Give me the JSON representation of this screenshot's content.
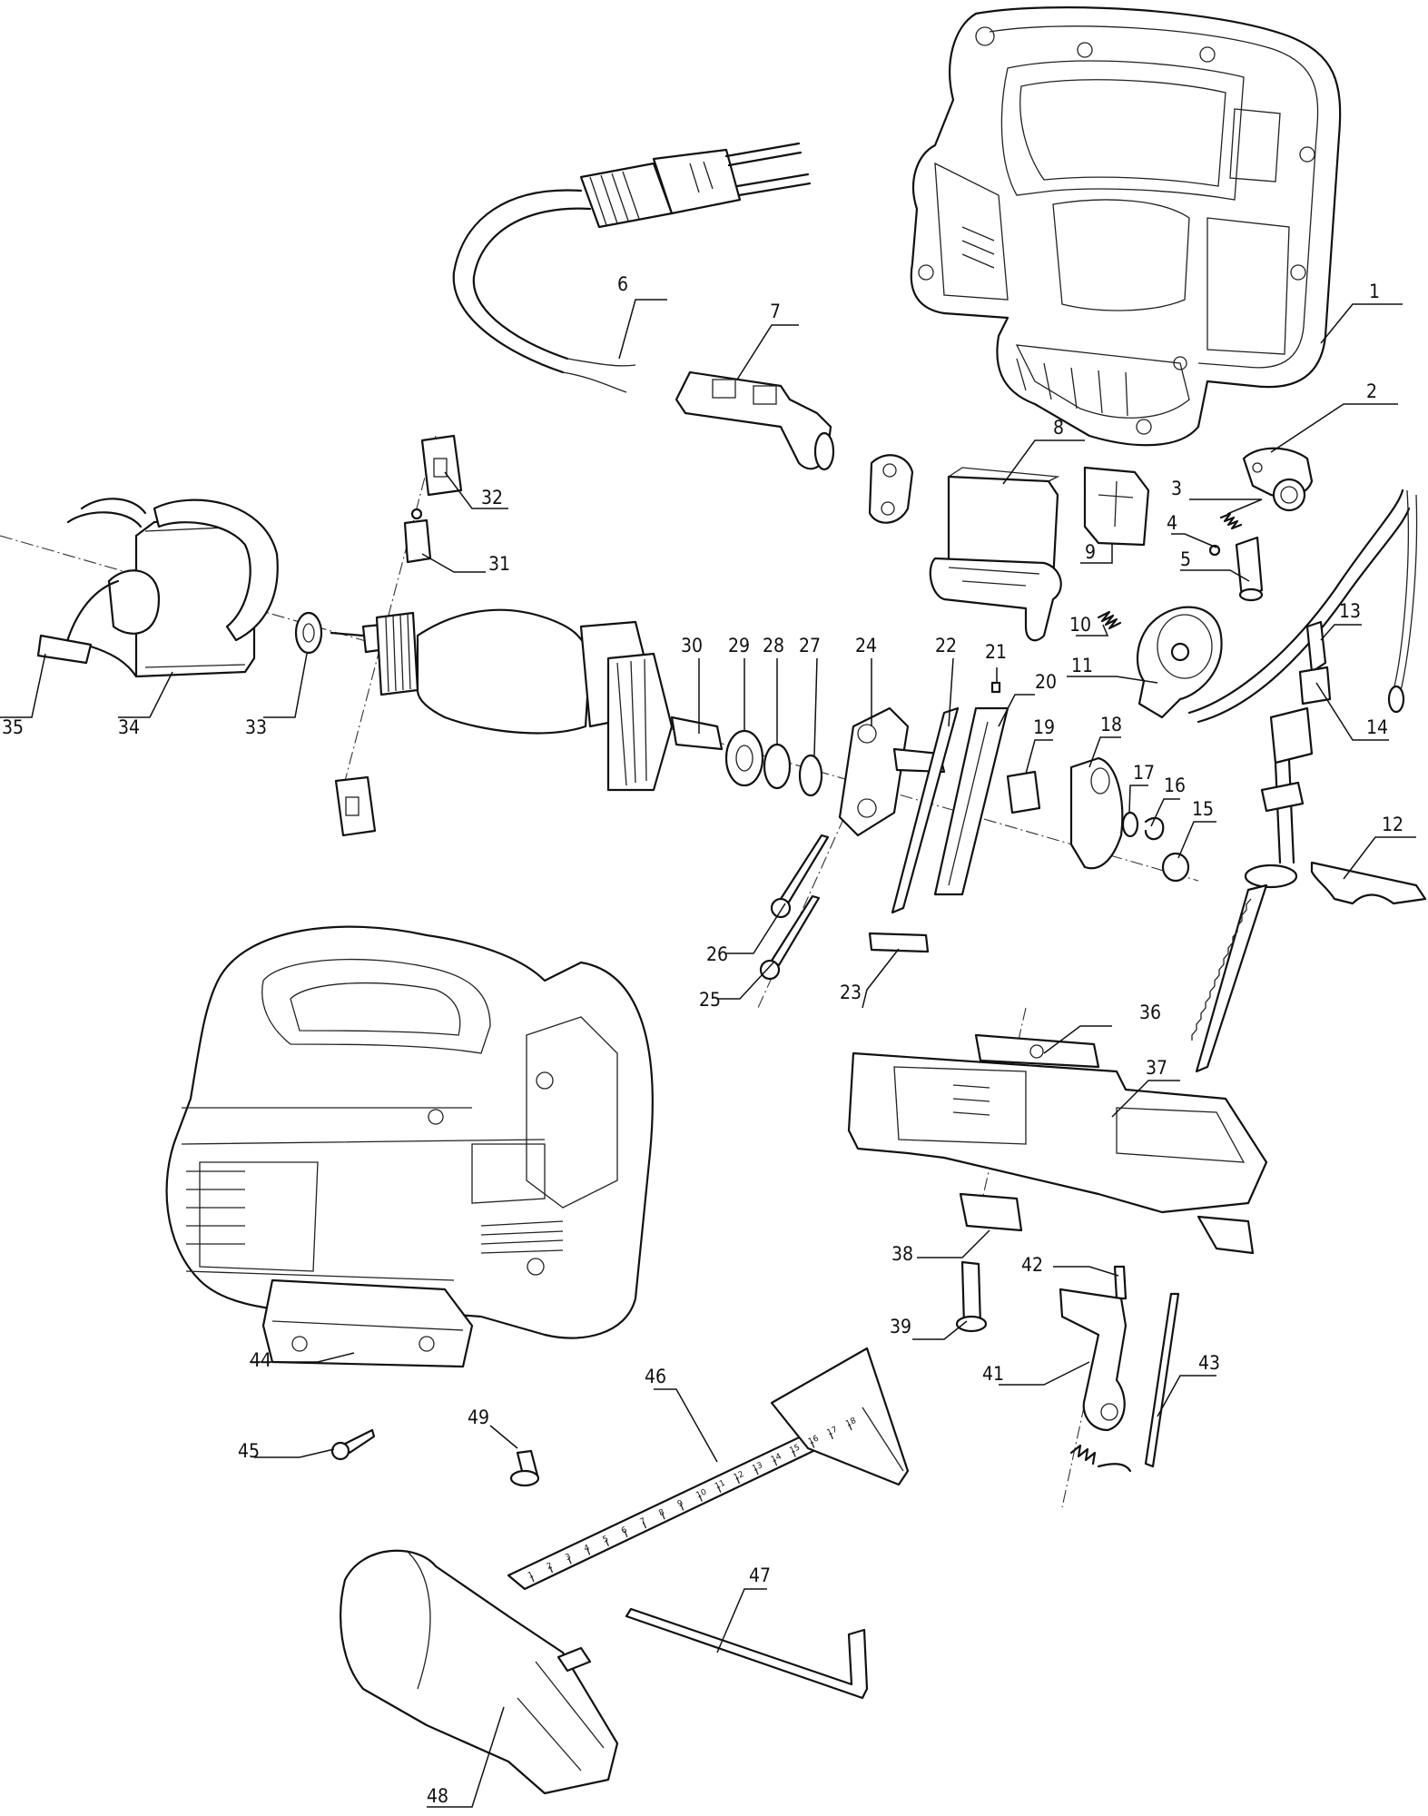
{
  "parts": {
    "p1": "1",
    "p2": "2",
    "p3": "3",
    "p4": "4",
    "p5": "5",
    "p6": "6",
    "p7": "7",
    "p8": "8",
    "p9": "9",
    "p10": "10",
    "p11": "11",
    "p12": "12",
    "p13": "13",
    "p14": "14",
    "p15": "15",
    "p16": "16",
    "p17": "17",
    "p18": "18",
    "p19": "19",
    "p20": "20",
    "p21": "21",
    "p22": "22",
    "p23": "23",
    "p24": "24",
    "p25": "25",
    "p26": "26",
    "p27": "27",
    "p28": "28",
    "p29": "29",
    "p30": "30",
    "p31": "31",
    "p32": "32",
    "p33": "33",
    "p34": "34",
    "p35": "35",
    "p36": "36",
    "p37": "37",
    "p38": "38",
    "p39": "39",
    "p41": "41",
    "p42": "42",
    "p43": "43",
    "p44": "44",
    "p45": "45",
    "p46": "46",
    "p47": "47",
    "p48": "48",
    "p49": "49"
  },
  "ruler_ticks": [
    "1",
    "2",
    "3",
    "4",
    "5",
    "6",
    "7",
    "8",
    "9",
    "10",
    "11",
    "12",
    "13",
    "14",
    "15",
    "16",
    "17",
    "18"
  ]
}
